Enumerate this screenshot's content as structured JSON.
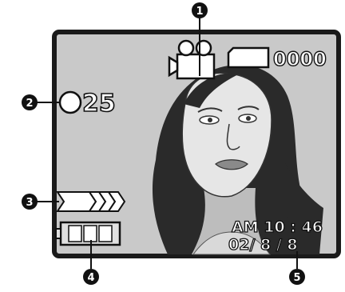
{
  "callouts": [
    "1",
    "2",
    "3",
    "4",
    "5"
  ],
  "osd": {
    "counter": "0000",
    "zoom_value": "25",
    "time": "AM 10 : 46",
    "date": "02/ 8 / 8"
  },
  "icons": {
    "mode": "video-camera-icon",
    "card": "memory-card-icon",
    "zoom": "zoom-circle-icon",
    "flash": "flash-chevrons-icon",
    "battery": "battery-icon"
  },
  "colors": {
    "screen_bg": "#c9c9c9",
    "frame": "#1a1a1a",
    "osd_fill": "#ffffff",
    "callout_fill": "#111111"
  }
}
